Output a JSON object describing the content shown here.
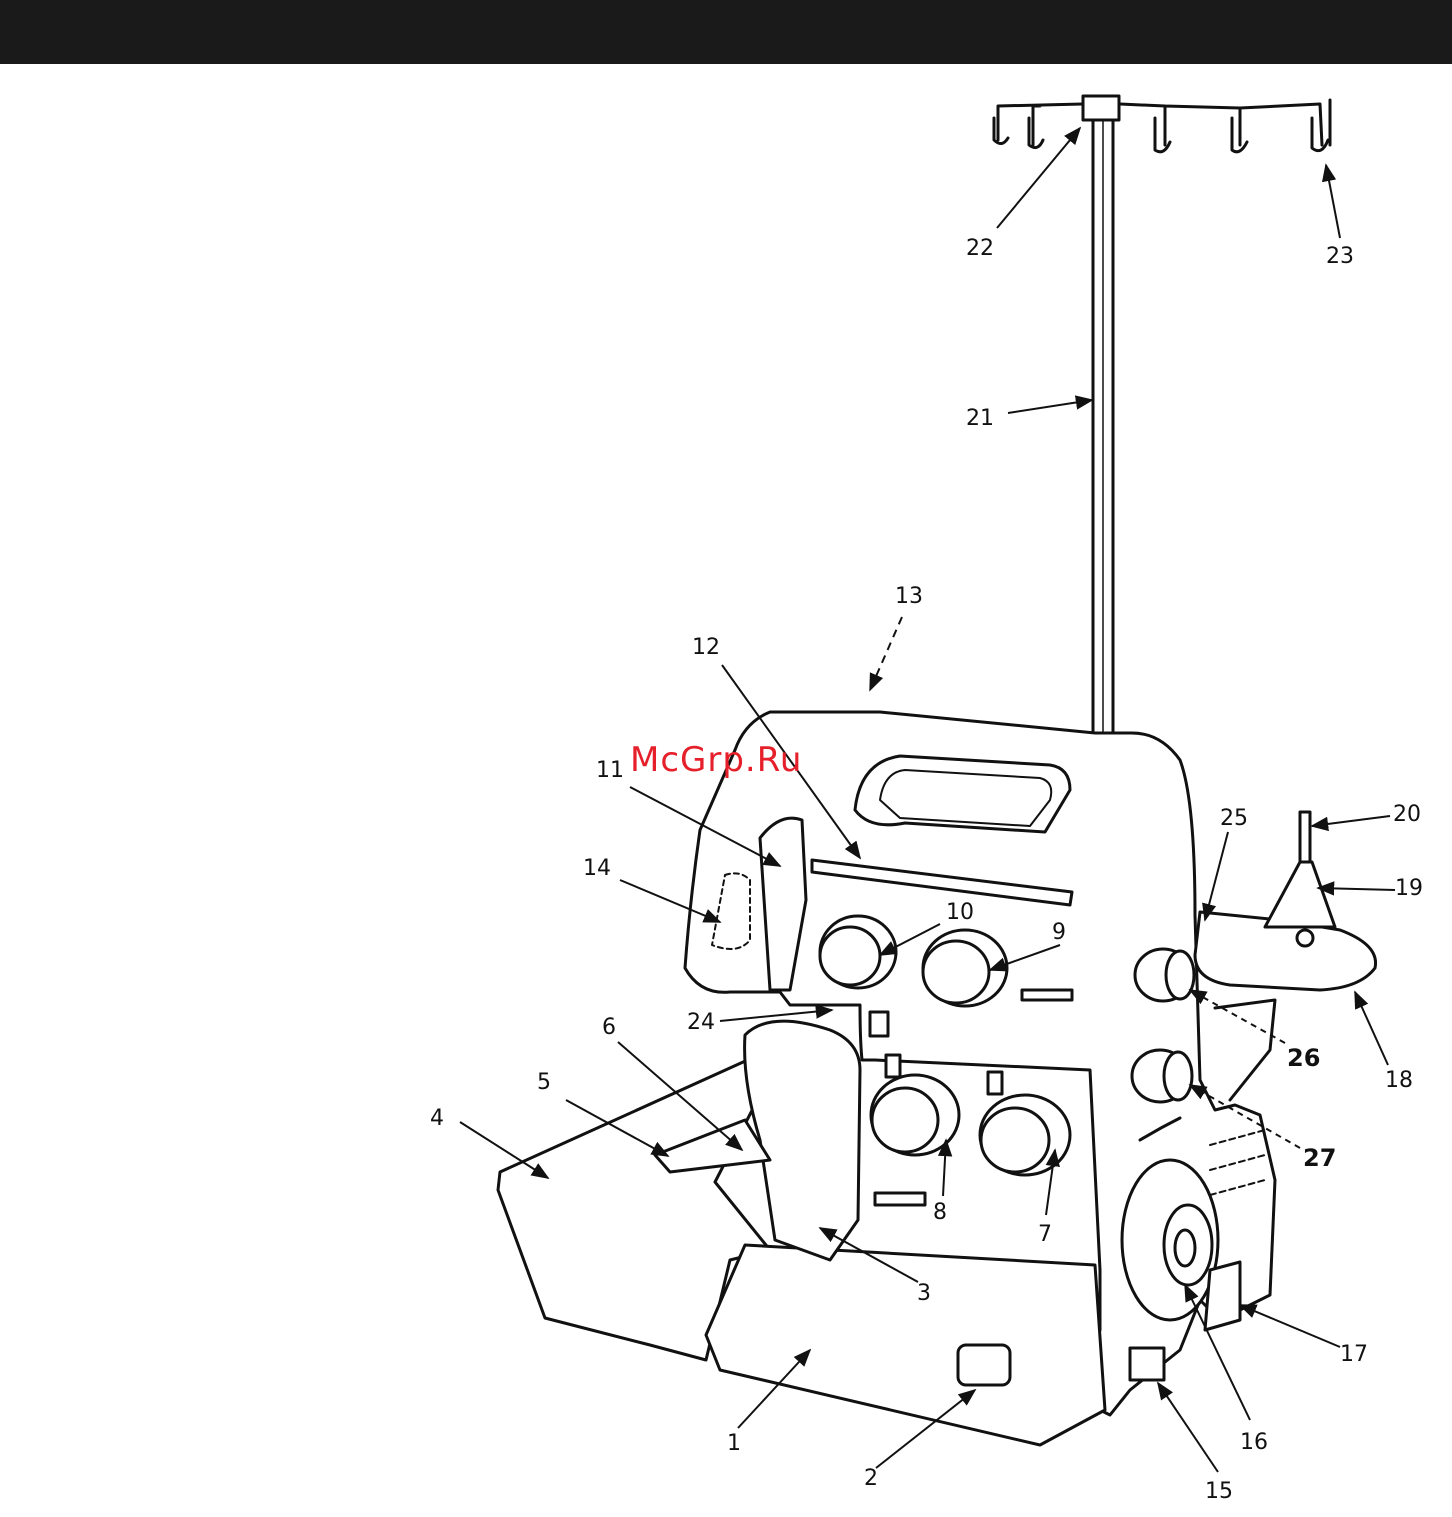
{
  "watermark": "McGrp.Ru",
  "callouts": {
    "c1": "1",
    "c2": "2",
    "c3": "3",
    "c4": "4",
    "c5": "5",
    "c6": "6",
    "c7": "7",
    "c8": "8",
    "c9": "9",
    "c10": "10",
    "c11": "11",
    "c12": "12",
    "c13": "13",
    "c14": "14",
    "c15": "15",
    "c16": "16",
    "c17": "17",
    "c18": "18",
    "c19": "19",
    "c20": "20",
    "c21": "21",
    "c22": "22",
    "c23": "23",
    "c24": "24",
    "c25": "25",
    "c26": "26",
    "c27": "27"
  },
  "colors": {
    "header": "#1a1a1a",
    "watermark": "#e5202a",
    "line": "#111111"
  }
}
